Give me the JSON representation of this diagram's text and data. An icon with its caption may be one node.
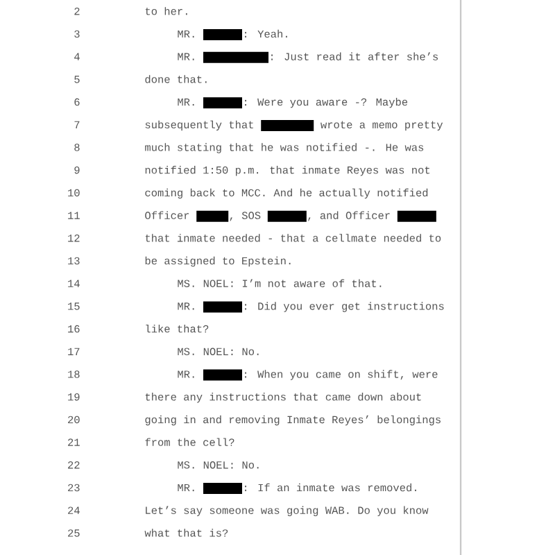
{
  "diagram": {
    "labels": [
      "2",
      "to her.",
      "3",
      "MR.",
      ":  Yeah.",
      "4",
      "MR.",
      ":  Just read it after she’s",
      "5",
      "done that.",
      "6",
      "MR.",
      ":  Were you aware -?  Maybe",
      "7",
      "subsequently that",
      "wrote a memo pretty",
      "8",
      "much stating that he was notified -.  He was",
      "9",
      "notified 1:50 p.m. that inmate Reyes was not",
      "10",
      "coming back to MCC.  And he actually notified",
      "11",
      "Officer",
      ", SOS",
      ", and Officer",
      "12",
      "that inmate needed - that a cellmate needed to",
      "13",
      "be assigned to Epstein.",
      "14",
      "MS. NOEL:  I’m not aware of that.",
      "15",
      "MR.",
      ":  Did you ever get instructions",
      "16",
      "like that?",
      "17",
      "MS. NOEL:  No.",
      "18",
      "MR.",
      ":  When you came on shift, were",
      "19",
      "there any instructions that came down about",
      "20",
      "going in and removing Inmate Reyes’ belongings",
      "21",
      "from the cell?",
      "22",
      "MS. NOEL:  No.",
      "23",
      "MR.",
      ":  If an inmate was removed.",
      "24",
      "Let’s say someone was going WAB.  Do you know",
      "25",
      "what that is?"
    ]
  }
}
